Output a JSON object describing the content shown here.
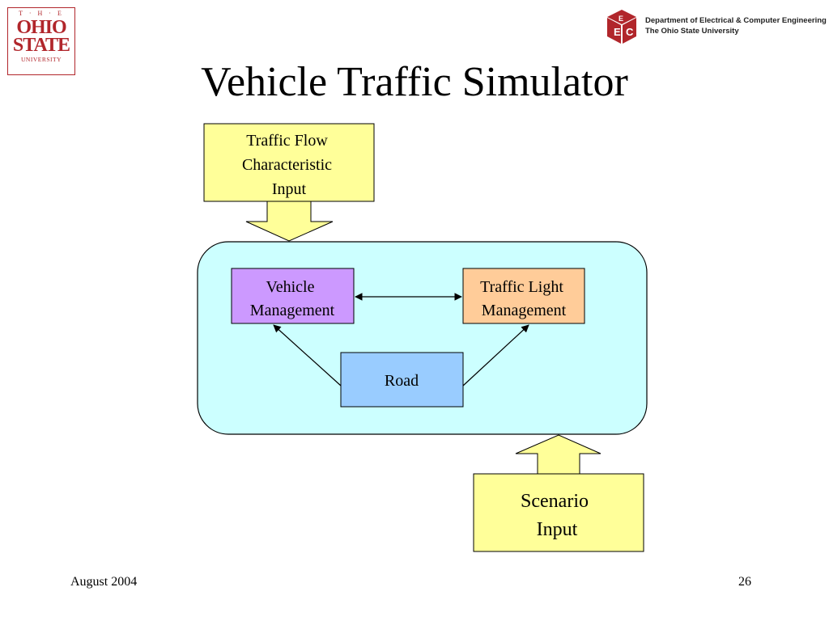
{
  "logo": {
    "the": "T · H · E",
    "ohio": "OHIO",
    "state": "STATE",
    "university": "UNIVERSITY"
  },
  "department": {
    "line1": "Department of Electrical & Computer Engineering",
    "line2": "The Ohio State University"
  },
  "title": "Vehicle Traffic Simulator",
  "diagram": {
    "input_top": [
      "Traffic Flow",
      "Characteristic",
      "Input"
    ],
    "vehicle": [
      "Vehicle",
      "Management"
    ],
    "traffic_light": [
      "Traffic Light",
      "Management"
    ],
    "road": "Road",
    "scenario": [
      "Scenario",
      "Input"
    ]
  },
  "colors": {
    "input_fill": "#ffff99",
    "simulator_fill": "#ccffff",
    "vehicle_fill": "#cc99ff",
    "traffic_light_fill": "#ffcc99",
    "road_fill": "#99ccff",
    "brand_red": "#b1262b"
  },
  "footer": {
    "date": "August 2004",
    "page": "26"
  }
}
